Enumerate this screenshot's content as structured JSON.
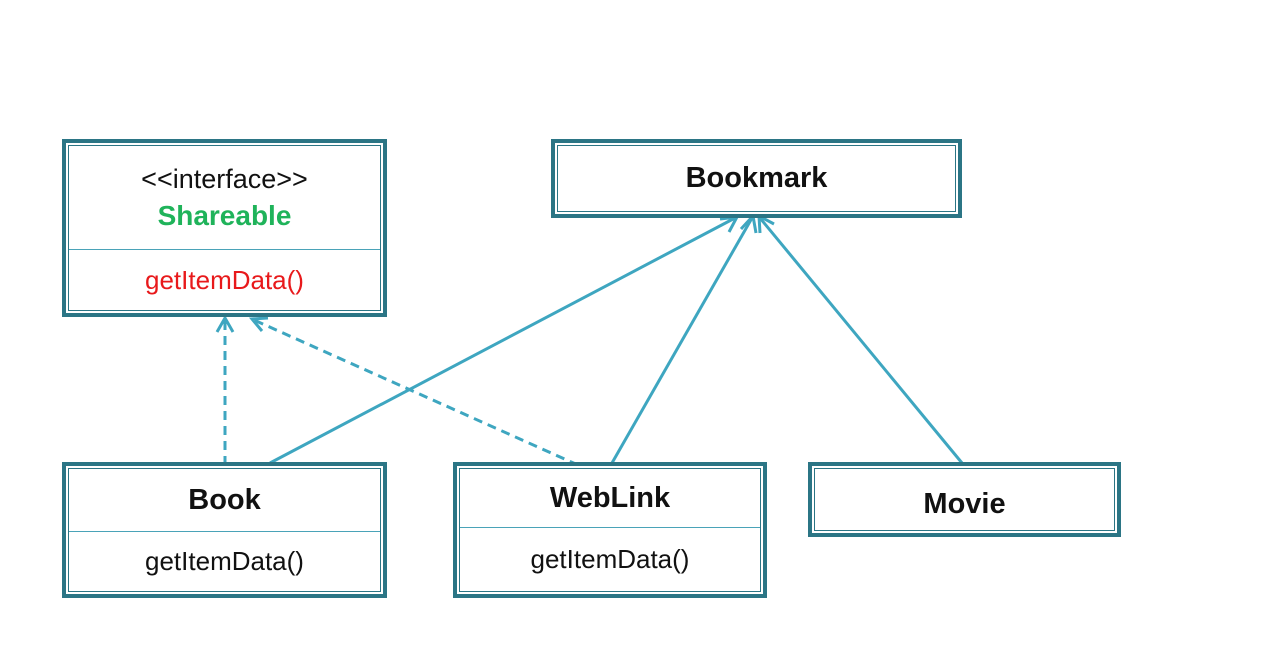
{
  "colors": {
    "border": "#2b7585",
    "arrow": "#3ea6c0",
    "interface_name": "#1fb35a",
    "interface_method": "#e8191b",
    "text": "#111111"
  },
  "interface": {
    "stereotype": "<<interface>>",
    "name": "Shareable",
    "method": "getItemData()"
  },
  "classes": {
    "bookmark": {
      "name": "Bookmark"
    },
    "book": {
      "name": "Book",
      "method": "getItemData()"
    },
    "weblink": {
      "name": "WebLink",
      "method": "getItemData()"
    },
    "movie": {
      "name": "Movie"
    }
  },
  "relations": [
    {
      "from": "Book",
      "to": "Shareable",
      "kind": "realization"
    },
    {
      "from": "WebLink",
      "to": "Shareable",
      "kind": "realization"
    },
    {
      "from": "Book",
      "to": "Bookmark",
      "kind": "association"
    },
    {
      "from": "WebLink",
      "to": "Bookmark",
      "kind": "association"
    },
    {
      "from": "Movie",
      "to": "Bookmark",
      "kind": "association"
    }
  ]
}
